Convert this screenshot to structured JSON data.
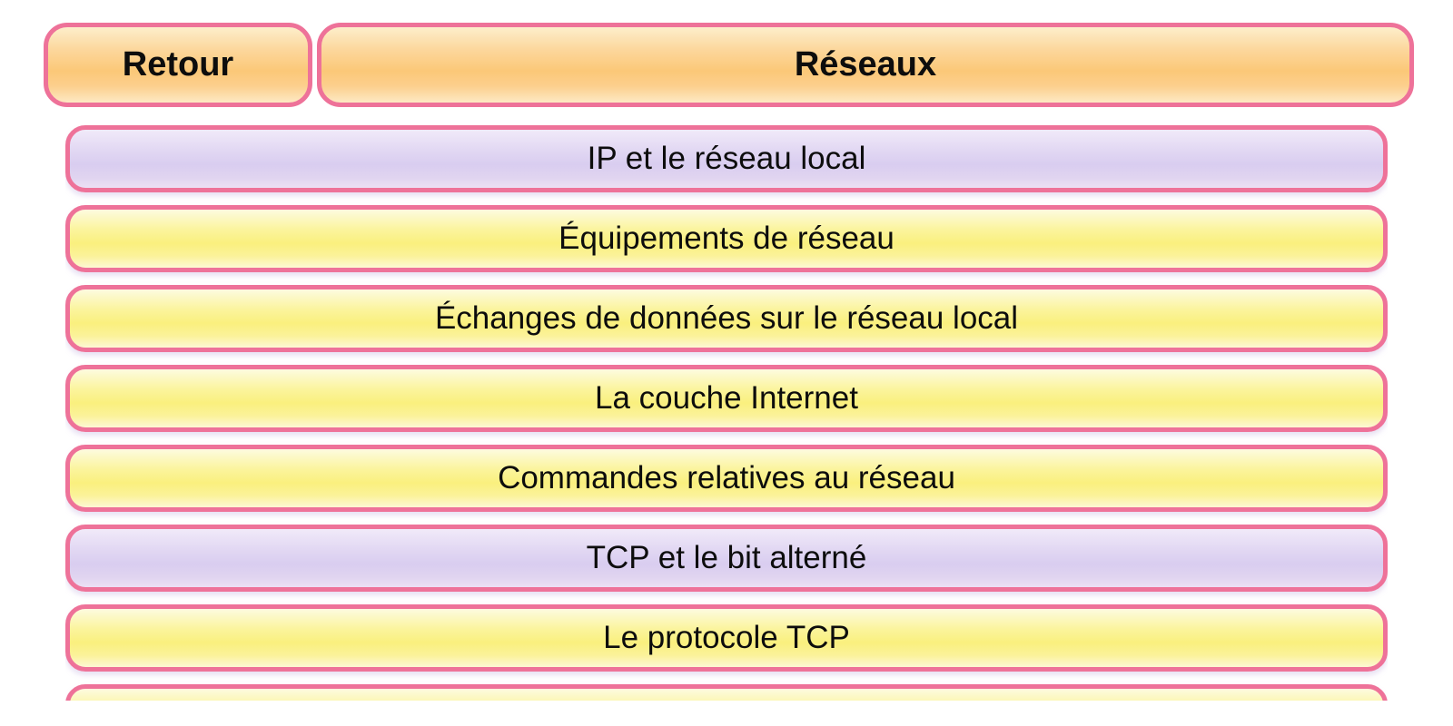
{
  "header": {
    "back_label": "Retour",
    "title": "Réseaux"
  },
  "list": {
    "items": [
      {
        "label": "IP et le réseau local",
        "variant": "purple"
      },
      {
        "label": "Équipements de réseau",
        "variant": "yellow"
      },
      {
        "label": "Échanges de données sur le réseau local",
        "variant": "yellow"
      },
      {
        "label": "La couche Internet",
        "variant": "yellow"
      },
      {
        "label": "Commandes relatives au réseau",
        "variant": "yellow"
      },
      {
        "label": "TCP et le bit alterné",
        "variant": "purple"
      },
      {
        "label": "Le protocole TCP",
        "variant": "yellow"
      },
      {
        "label": "",
        "variant": "yellow"
      }
    ]
  },
  "colors": {
    "border_pink": "#EE7299",
    "header_orange_mid": "#FBC878",
    "item_yellow_mid": "#FAF07E",
    "item_purple_mid": "#D9CDF0",
    "text": "#0D0D0D",
    "background": "#FFFFFF"
  }
}
